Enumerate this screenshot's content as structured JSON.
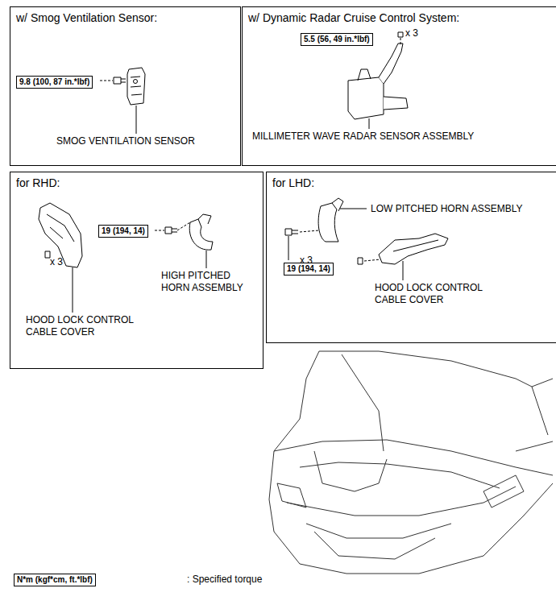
{
  "diagram": {
    "nodes": [
      {
        "text": [
          "w/ Smog Ventilation Sensor:"
        ]
      },
      {
        "text": [
          "9.8 (100, 87 in.*lbf)"
        ],
        "in": 0
      },
      {
        "text": [
          "w/ Dynamic Radar Cruise Control System:"
        ]
      },
      {
        "text": [
          "5.5 (56, 49 in.*lbf)"
        ],
        "in": 2
      },
      {
        "text": [
          "for RHD:"
        ]
      },
      {
        "text": [
          "19 (194, 14)"
        ],
        "in": 4
      },
      {
        "text": [
          "for LHD:"
        ]
      },
      {
        "text": [
          "19 (194, 14)"
        ],
        "in": 6
      },
      {
        "text": [
          "N*m (kgf*cm, ft.*lbf)"
        ]
      }
    ],
    "labels": [
      "SMOG VENTILATION SENSOR",
      "x 3",
      "MILLIMETER WAVE RADAR SENSOR ASSEMBLY",
      "x 3",
      "HOOD LOCK CONTROL CABLE COVER",
      "HIGH PITCHED HORN ASSEMBLY",
      "x 3",
      "LOW PITCHED HORN ASSEMBLY",
      "HOOD LOCK CONTROL CABLE COVER",
      ": Specified torque"
    ]
  }
}
